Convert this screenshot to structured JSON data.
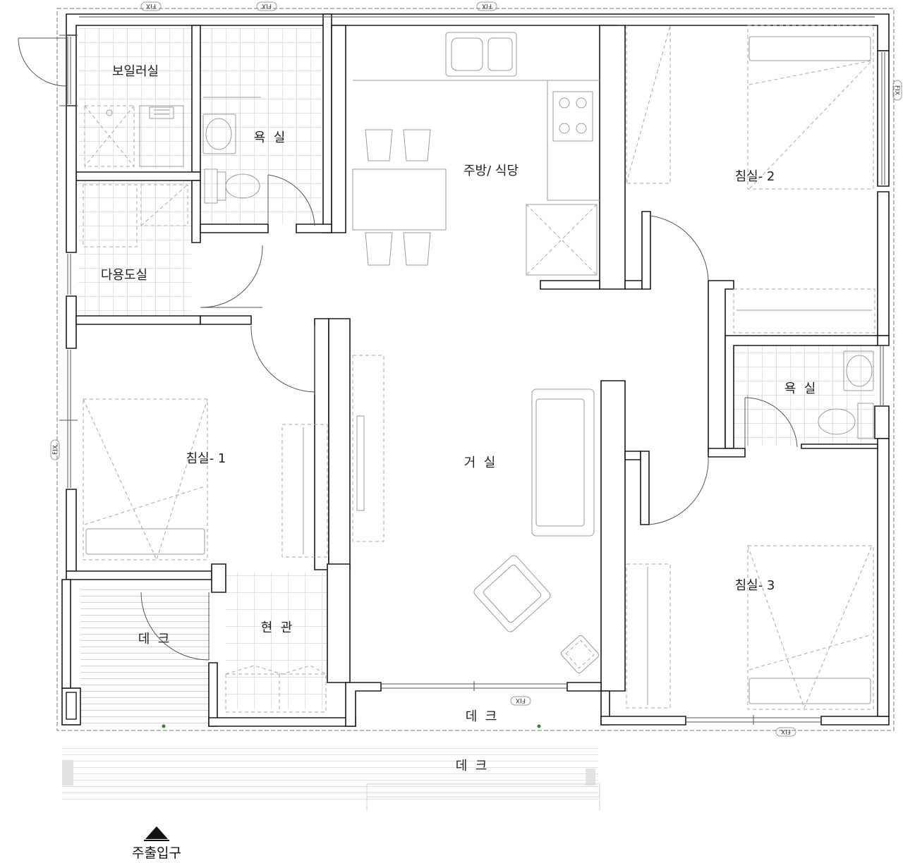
{
  "rooms": {
    "boiler": "보일러실",
    "bath_upper": "욕  실",
    "kitchen": "주방/ 식당",
    "bedroom2": "침실- 2",
    "utility": "다용도실",
    "bath_right": "욕  실",
    "bedroom1": "침실- 1",
    "living": "거  실",
    "bedroom3": "침실- 3",
    "deck_left": "데  크",
    "entrance": "현  관",
    "deck_bottom": "데  크",
    "deck_outer": "데  크"
  },
  "fix_tags": {
    "top_1": "FIX",
    "top_2": "FIX",
    "top_3": "FIX",
    "right": "FIX",
    "left": "FIX",
    "bottom_mid": "FIX",
    "bottom_right": "FIX"
  },
  "entry": {
    "label": "주출입구",
    "icon": "triangle-up-icon"
  }
}
